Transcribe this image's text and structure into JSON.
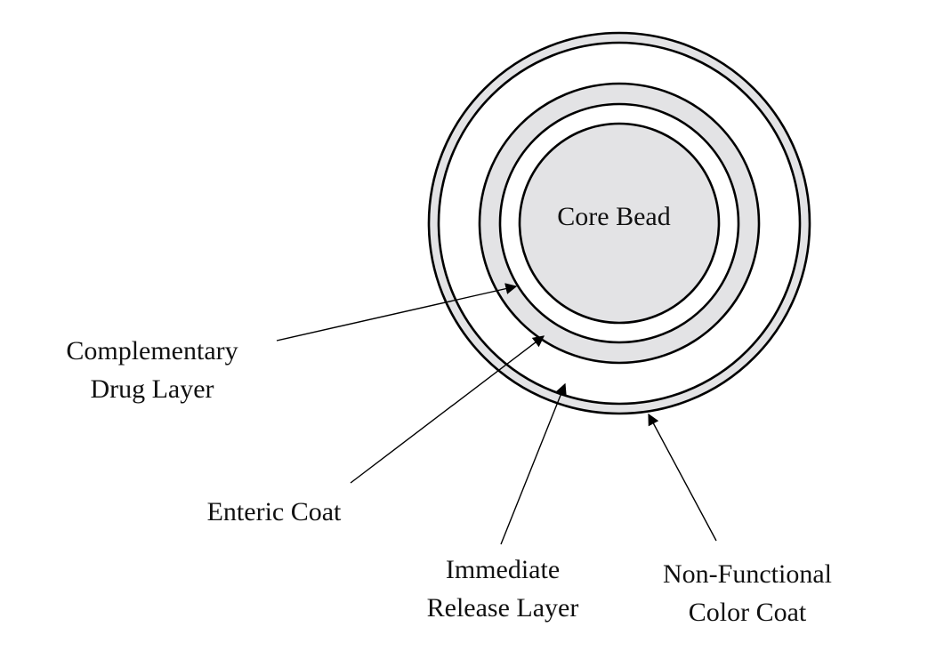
{
  "labels": {
    "core_bead": "Core Bead",
    "complementary_line1": "Complementary",
    "complementary_line2": "Drug Layer",
    "enteric_coat": "Enteric Coat",
    "immediate_line1": "Immediate",
    "immediate_line2": "Release Layer",
    "color_coat_line1": "Non-Functional",
    "color_coat_line2": "Color Coat"
  },
  "colors": {
    "layer_fill": "#e3e3e5",
    "white": "#ffffff",
    "stroke": "#000000",
    "text": "#111111"
  }
}
